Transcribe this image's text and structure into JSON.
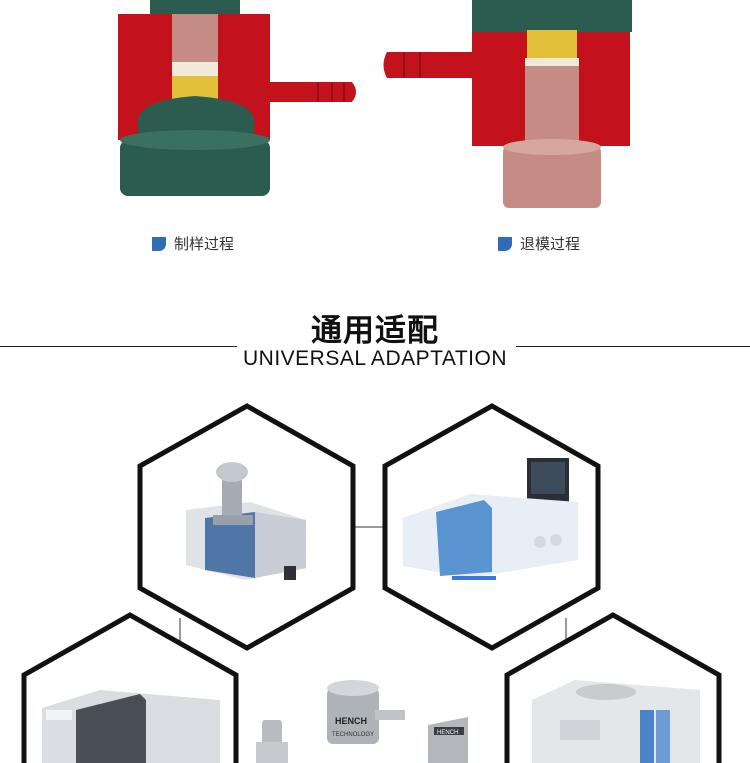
{
  "captions": {
    "left": "制样过程",
    "right": "退模过程"
  },
  "section": {
    "title_cn": "通用适配",
    "title_en": "UNIVERSAL ADAPTATION"
  },
  "products": {
    "die_brand": "HENCH",
    "die_engraving": "TECHNOLOGY",
    "plate_brand": "HENCH"
  },
  "colors": {
    "mold_red": "#c4121c",
    "mold_green": "#2b5c4f",
    "brass_ring": "#e3c03a",
    "accent_blue": "#2f6db5"
  }
}
